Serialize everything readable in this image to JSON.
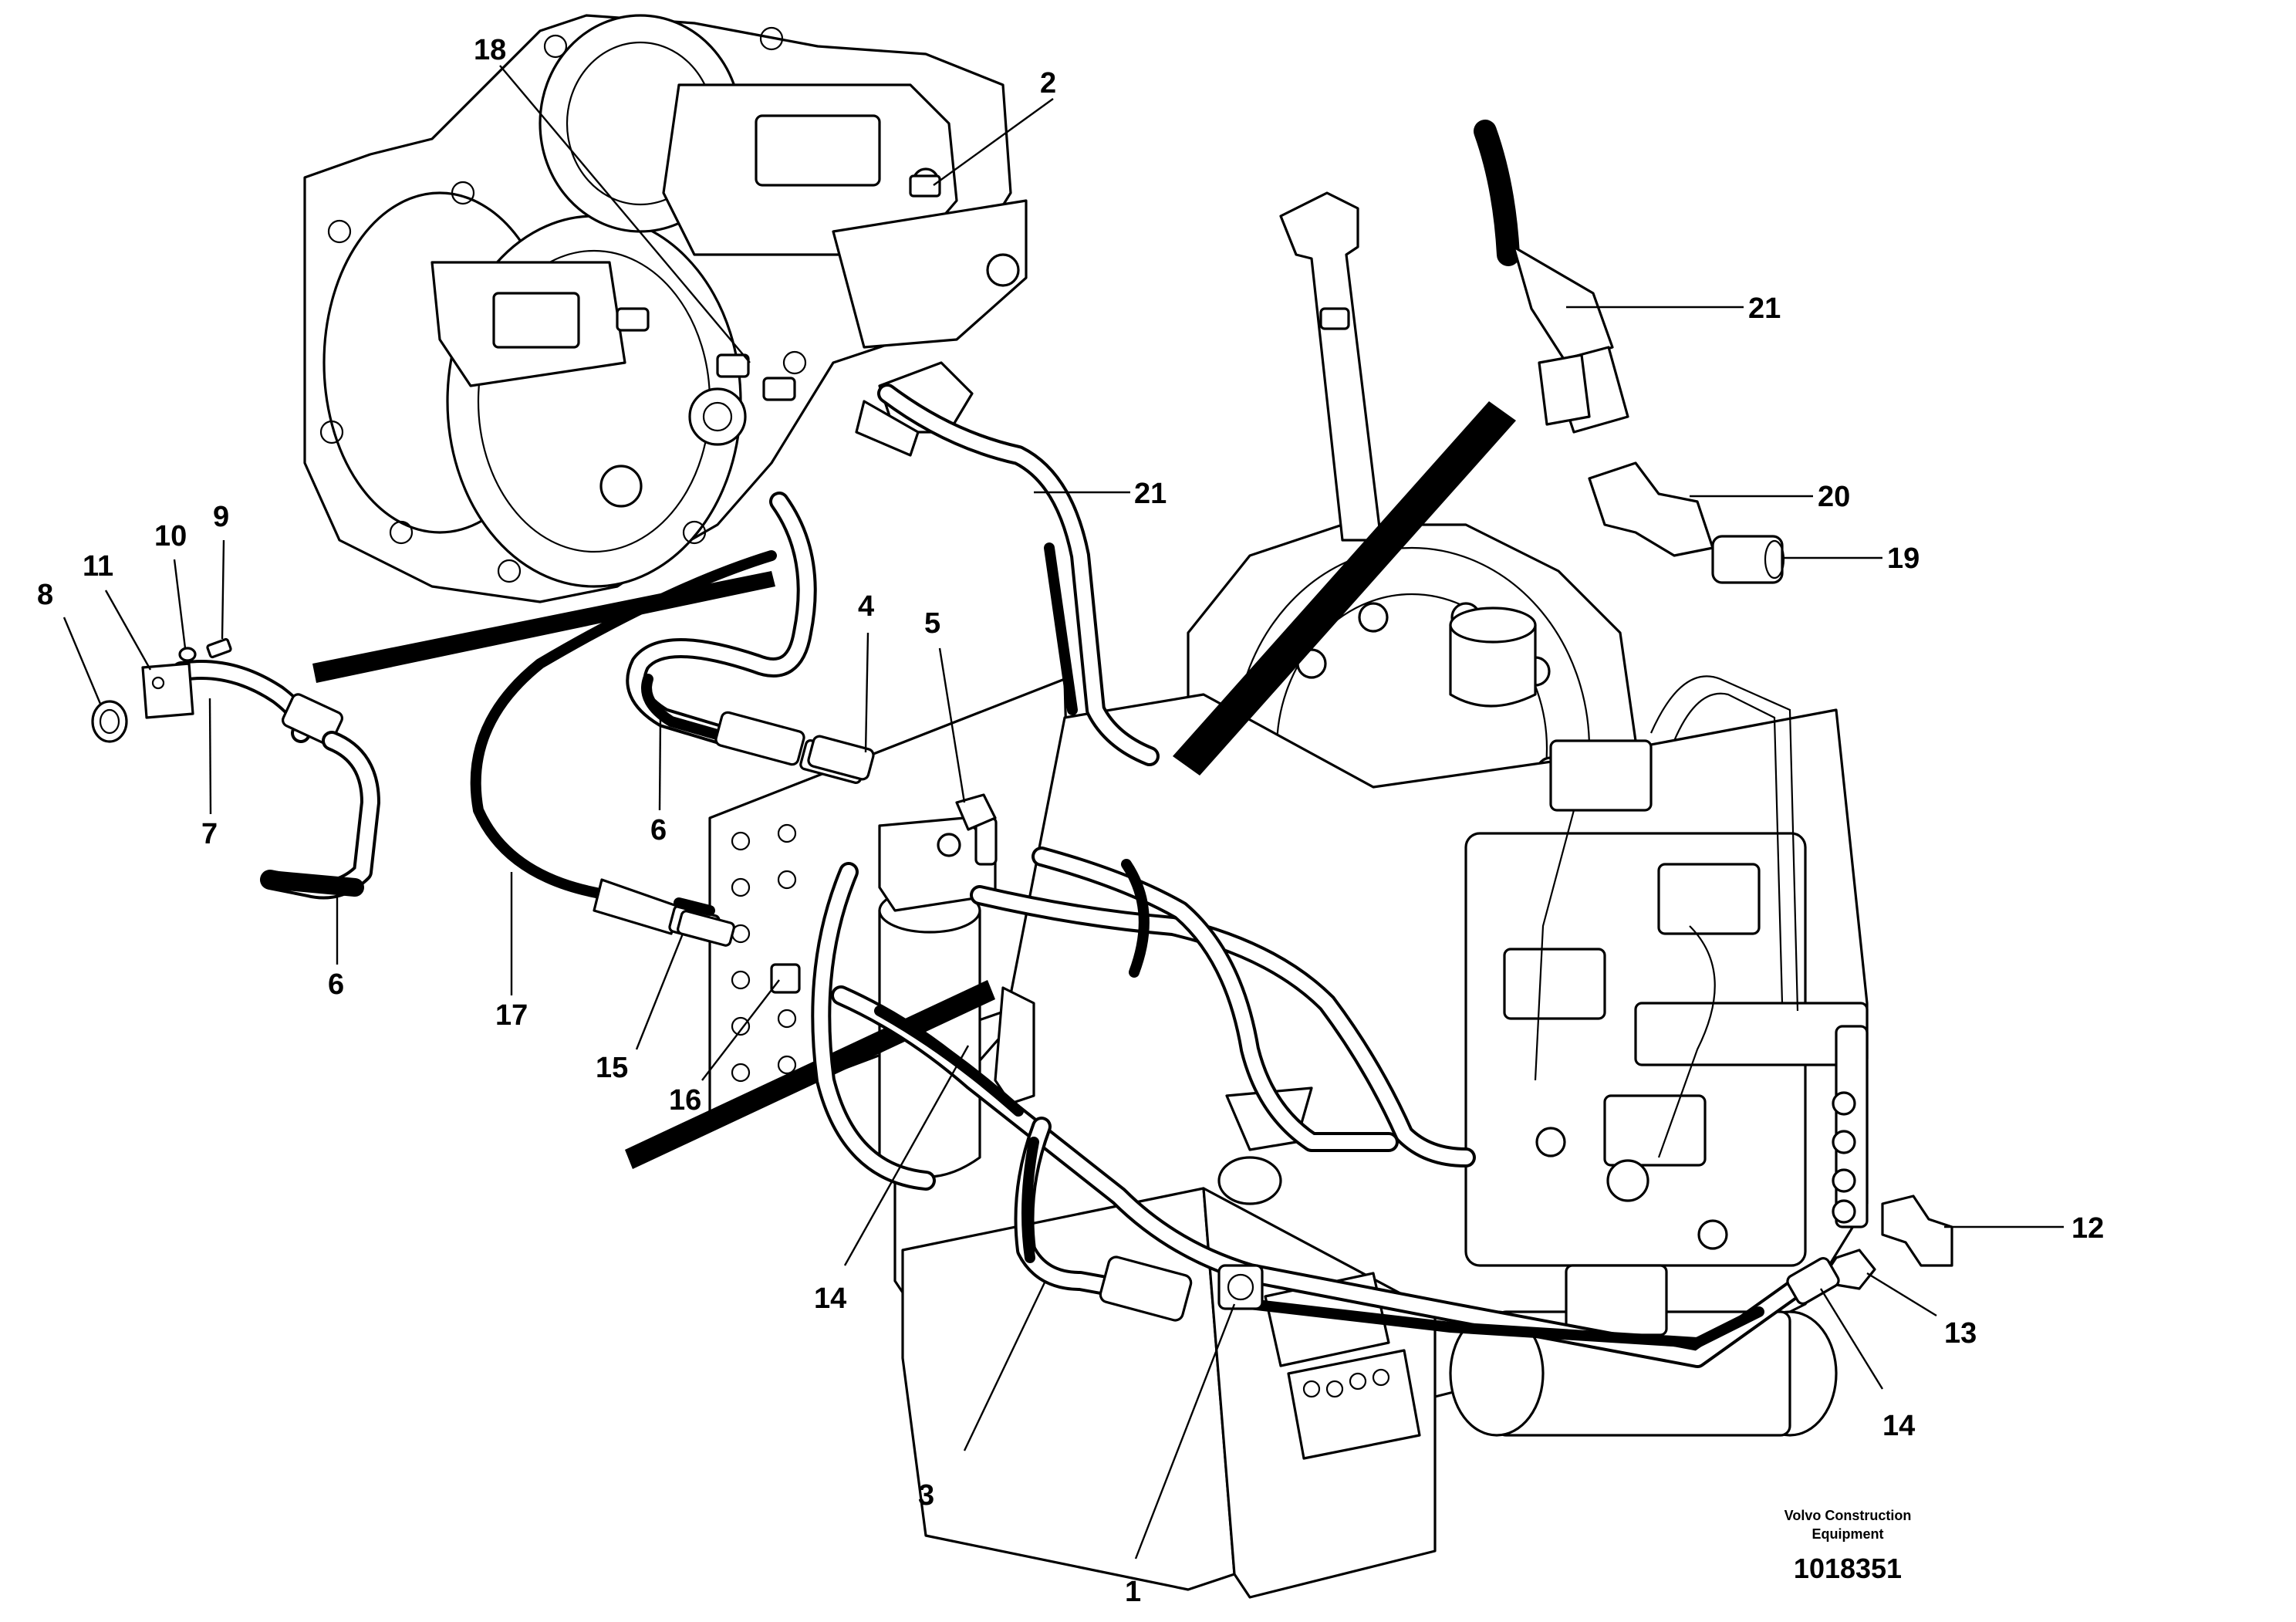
{
  "callouts": {
    "c1": "1",
    "c2": "2",
    "c3": "3",
    "c4": "4",
    "c5": "5",
    "c6a": "6",
    "c6b": "6",
    "c7": "7",
    "c8": "8",
    "c9": "9",
    "c10": "10",
    "c11": "11",
    "c12": "12",
    "c13": "13",
    "c14a": "14",
    "c14b": "14",
    "c15": "15",
    "c16": "16",
    "c17": "17",
    "c18": "18",
    "c19": "19",
    "c20": "20",
    "c21a": "21",
    "c21b": "21"
  },
  "caption": {
    "line1": "Volvo Construction",
    "line2": "Equipment",
    "document_number": "1018351"
  }
}
